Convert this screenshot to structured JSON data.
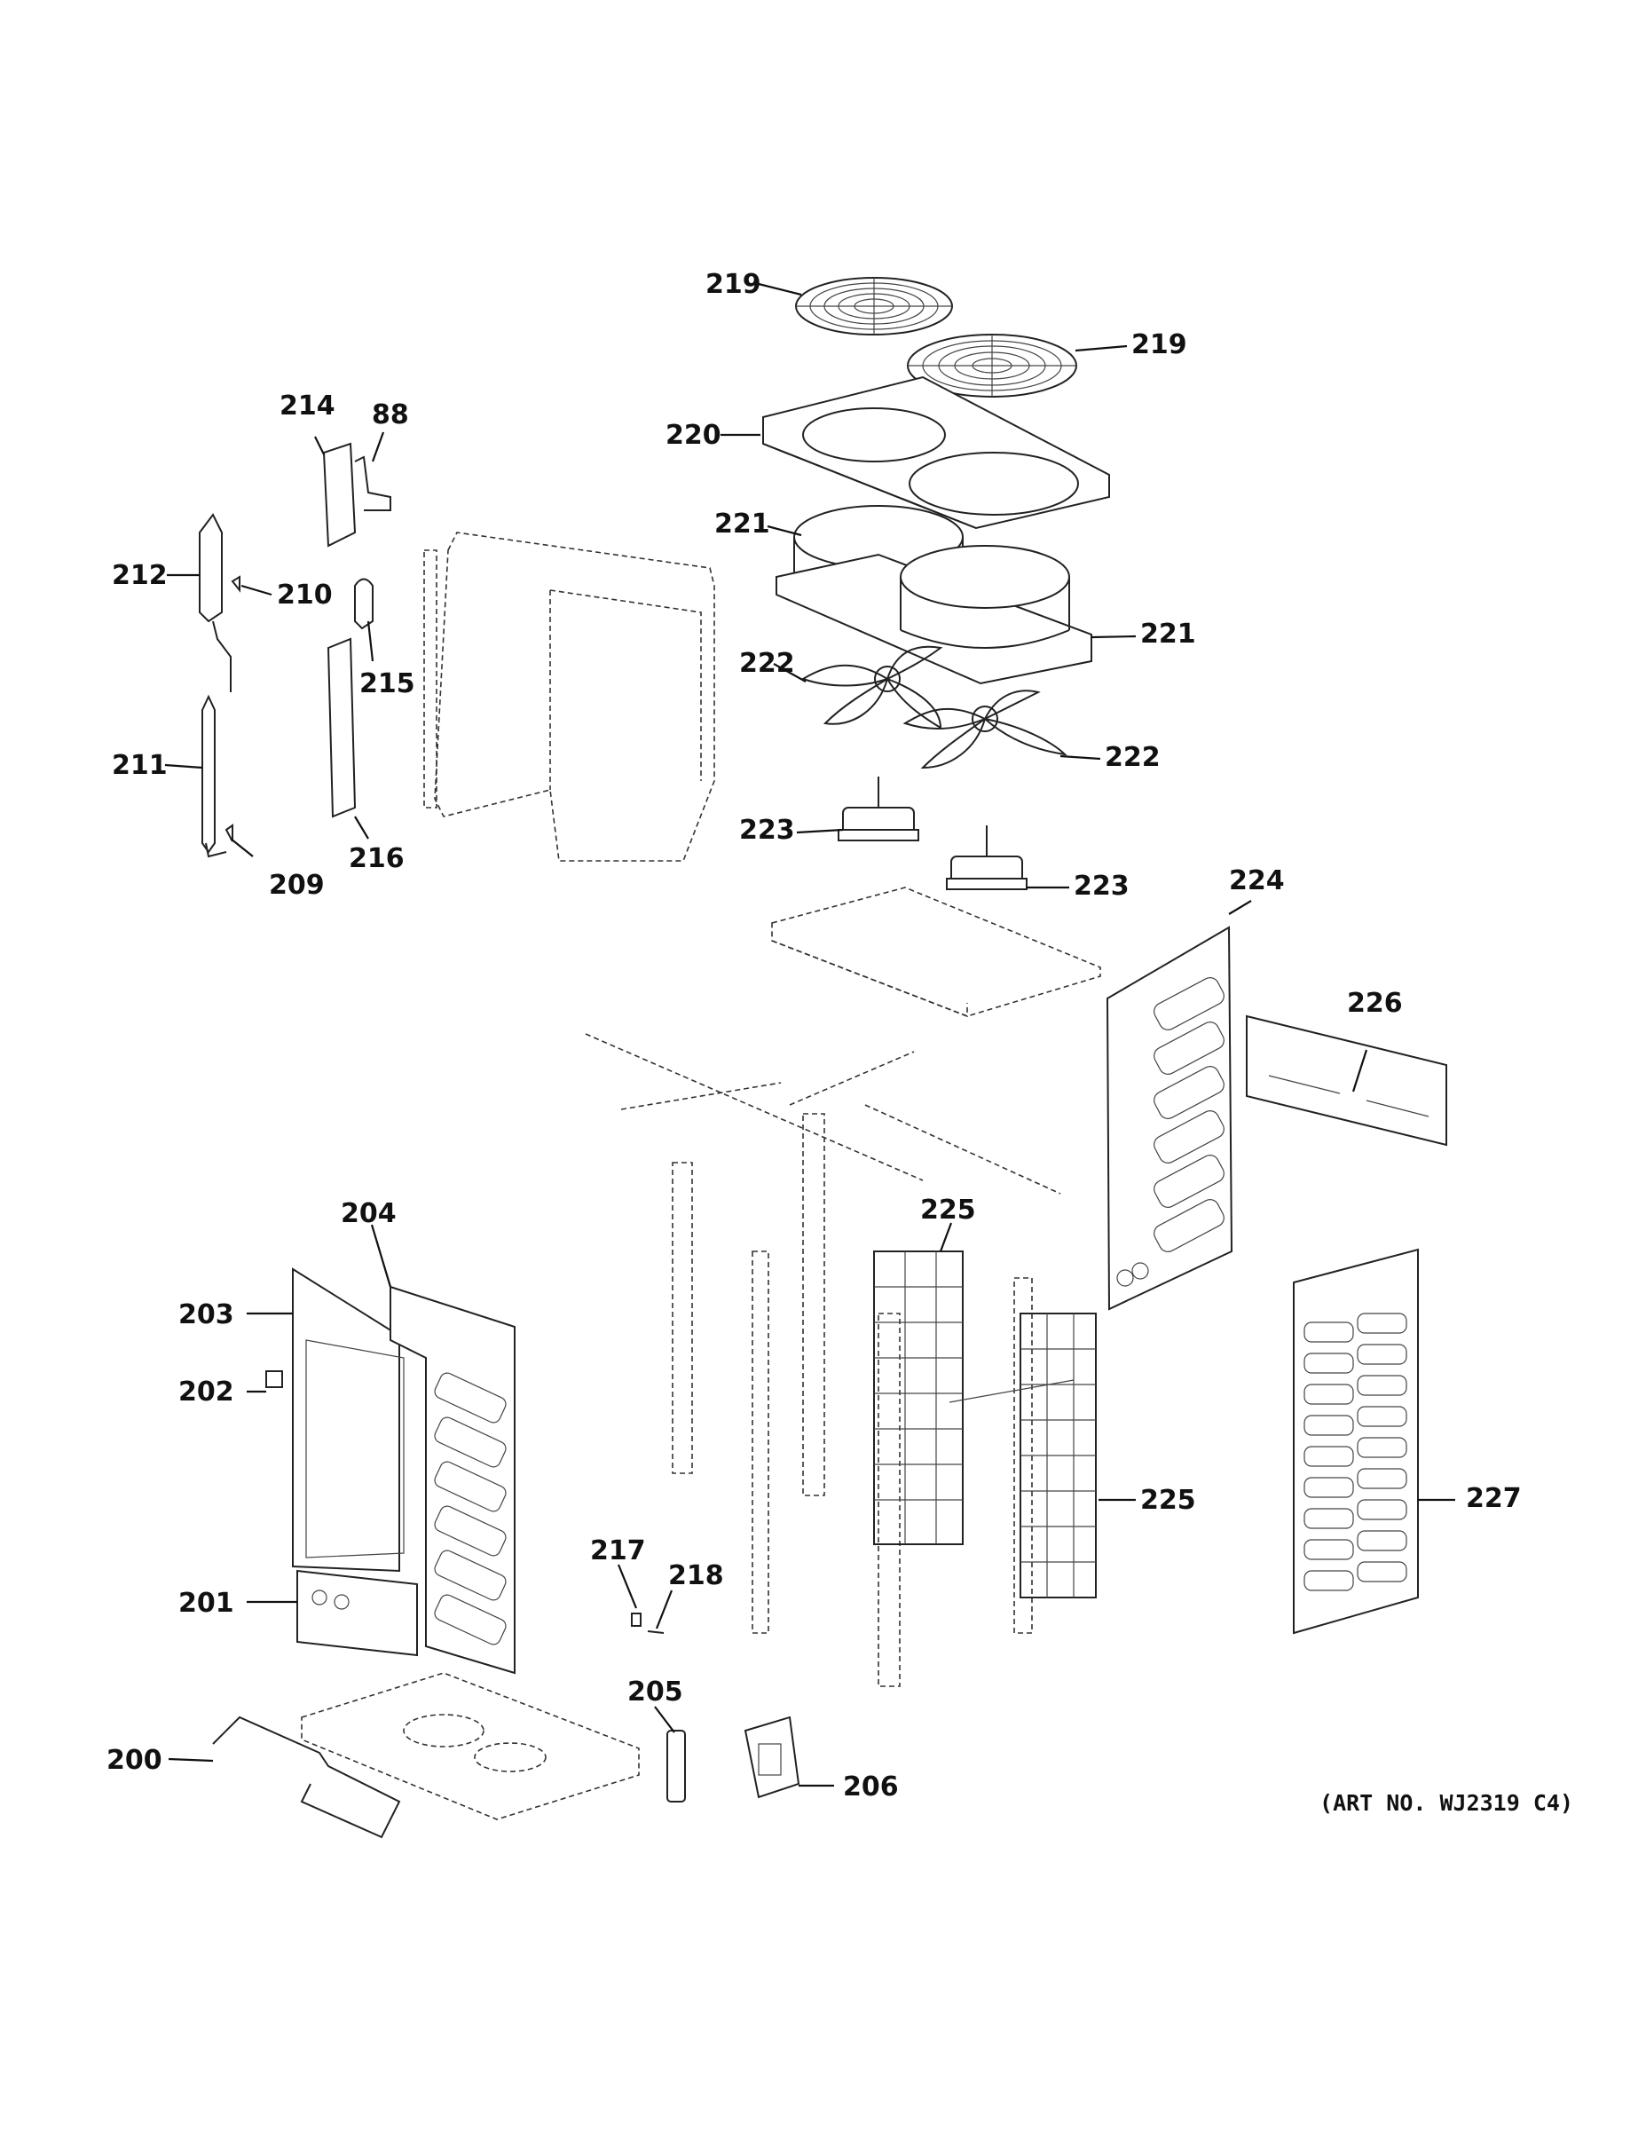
{
  "art_number": "(ART NO. WJ2319 C4)",
  "callouts": {
    "c200": "200",
    "c201": "201",
    "c202": "202",
    "c203": "203",
    "c204": "204",
    "c205": "205",
    "c206": "206",
    "c209": "209",
    "c210": "210",
    "c211": "211",
    "c212": "212",
    "c214": "214",
    "c88": "88",
    "c215": "215",
    "c216": "216",
    "c217": "217",
    "c218": "218",
    "c219a": "219",
    "c219b": "219",
    "c220": "220",
    "c221a": "221",
    "c221b": "221",
    "c222a": "222",
    "c222b": "222",
    "c223a": "223",
    "c223b": "223",
    "c224": "224",
    "c225a": "225",
    "c225b": "225",
    "c226": "226",
    "c227": "227"
  }
}
